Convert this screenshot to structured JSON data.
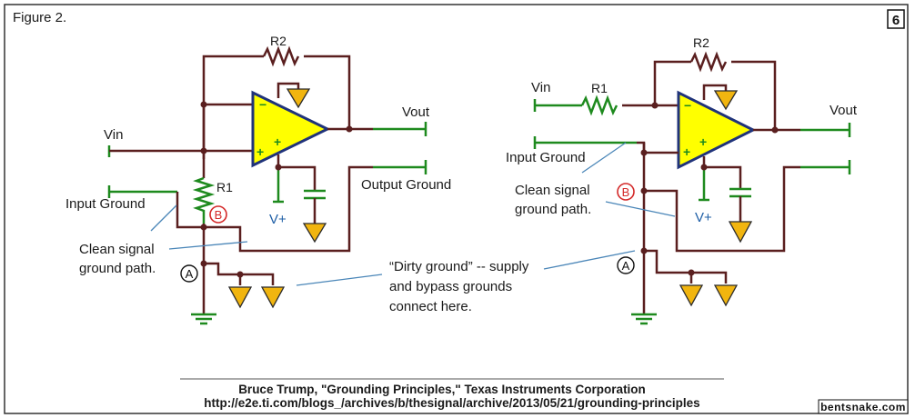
{
  "figure_label": "Figure 2.",
  "slide_number": "6",
  "left": {
    "r2": "R2",
    "vin": "Vin",
    "vout": "Vout",
    "r1": "R1",
    "input_ground": "Input Ground",
    "output_ground": "Output Ground",
    "v_plus": "V+",
    "marker_a": "A",
    "marker_b": "B",
    "op_minus": "−",
    "op_plus_in": "+",
    "op_plus_sup": "+",
    "clean_1": "Clean signal",
    "clean_2": "ground path."
  },
  "right": {
    "r2": "R2",
    "vin": "Vin",
    "r1": "R1",
    "vout": "Vout",
    "input_ground": "Input Ground",
    "v_plus": "V+",
    "marker_a": "A",
    "marker_b": "B",
    "op_minus": "−",
    "op_plus_in": "+",
    "op_plus_sup": "+",
    "clean_1": "Clean signal",
    "clean_2": "ground path."
  },
  "dirty_note": {
    "line1": "“Dirty ground” -- supply",
    "line2": "and bypass grounds",
    "line3": "connect here."
  },
  "citation": {
    "line1": "Bruce Trump, \"Grounding Principles,\" Texas Instruments Corporation",
    "line2": "http://e2e.ti.com/blogs_/archives/b/thesignal/archive/2013/05/21/grounding-principles"
  },
  "watermark": "bentsnake.com",
  "colors": {
    "wire": "#5a1f1f",
    "terminal": "#1e8a1e",
    "opamp_fill": "#ffff00",
    "opamp_outline": "#20337a",
    "ground_fill": "#f1b50f",
    "annotation": "#1f5fa6",
    "marker_b": "#d42a2a",
    "pointer": "#4a86b8"
  }
}
